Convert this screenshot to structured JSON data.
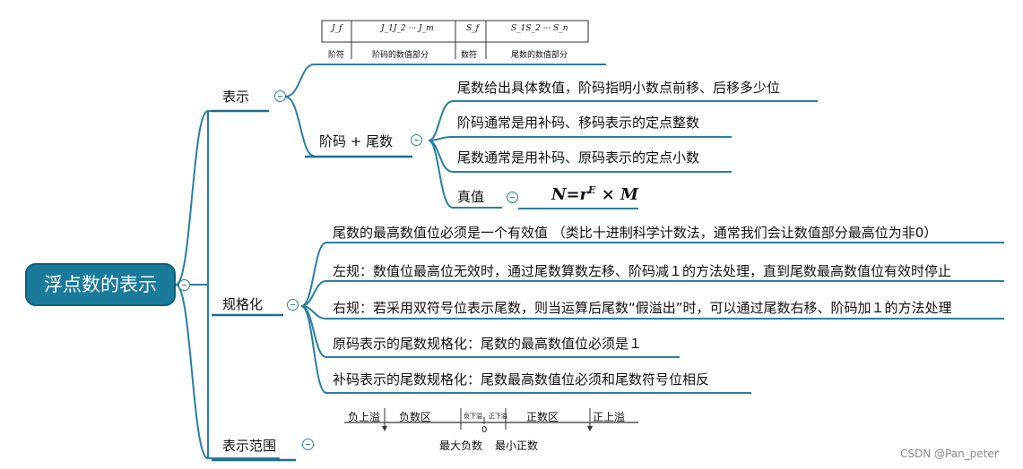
{
  "root": {
    "title": "浮点数的表示"
  },
  "branches": {
    "represent": {
      "label": "表示"
    },
    "normalize": {
      "label": "规格化"
    },
    "range": {
      "label": "表示范围"
    }
  },
  "format_figure": {
    "cells": [
      "J",
      "J",
      "J",
      "S",
      "S"
    ],
    "cell_labels": [
      "J_f",
      "J_1J_2 ··· J_m",
      "S_f",
      "S_1S_2 ··· S_n"
    ],
    "captions": [
      "阶符",
      "阶码的数值部分",
      "数符",
      "尾数的数值部分"
    ]
  },
  "exponent_mantissa": {
    "label": "阶码 + 尾数",
    "items": [
      "尾数给出具体数值，阶码指明小数点前移、后移多少位",
      "阶码通常是用补码、移码表示的定点整数",
      "尾数通常是用补码、原码表示的定点小数"
    ],
    "true_value": {
      "label": "真值",
      "formula_main": "N=r",
      "formula_sup": "E",
      "formula_tail": " × M"
    }
  },
  "normalize_items": [
    "尾数的最高数值位必须是一个有效值 （类比十进制科学计数法，通常我们会让数值部分最高位为非0）",
    "左规：数值位最高位无效时，通过尾数算数左移、阶码减１的方法处理，直到尾数最高数值位有效时停止",
    "右规：若采用双符号位表示尾数，则当运算后尾数“假溢出”时，可以通过尾数右移、阶码加１的方法处理",
    "原码表示的尾数规格化：尾数的最高数值位必须是１",
    "补码表示的尾数规格化：尾数最高数值位必须和尾数符号位相反"
  ],
  "range_figure": {
    "neg_overflow": "负上溢",
    "neg_region": "负数区",
    "neg_underflow": "负下溢",
    "pos_underflow": "正下溢",
    "zero": "0",
    "pos_region": "正数区",
    "pos_overflow": "正上溢",
    "max_negative": "最大负数",
    "min_positive": "最小正数"
  },
  "watermark": "CSDN @Pan_peter",
  "colors": {
    "root_fill": "#1a7a9a",
    "connector": "#2a7fa0",
    "underline": "#1f6f8f"
  }
}
